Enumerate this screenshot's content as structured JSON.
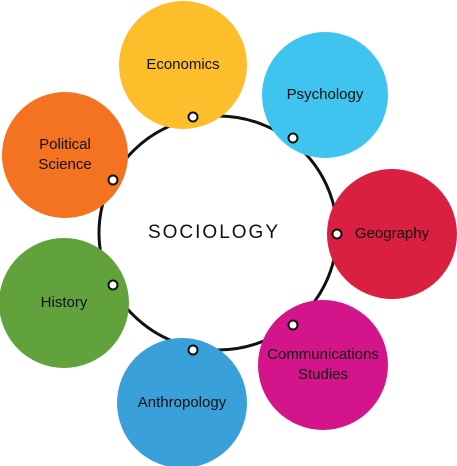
{
  "center": {
    "label": "SOCIOLOGY"
  },
  "nodes": [
    {
      "id": "economics",
      "label_lines": [
        "Economics"
      ],
      "color": "#FDBE2C"
    },
    {
      "id": "psychology",
      "label_lines": [
        "Psychology"
      ],
      "color": "#3FC4EF"
    },
    {
      "id": "geography",
      "label_lines": [
        "Geography"
      ],
      "color": "#D92040"
    },
    {
      "id": "communications-studies",
      "label_lines": [
        "Communications",
        "Studies"
      ],
      "color": "#D4148A"
    },
    {
      "id": "anthropology",
      "label_lines": [
        "Anthropology"
      ],
      "color": "#3AA0D9"
    },
    {
      "id": "history",
      "label_lines": [
        "History"
      ],
      "color": "#62A23D"
    },
    {
      "id": "political-science",
      "label_lines": [
        "Political",
        "Science"
      ],
      "color": "#F47321"
    }
  ],
  "ring_color": "#111111"
}
